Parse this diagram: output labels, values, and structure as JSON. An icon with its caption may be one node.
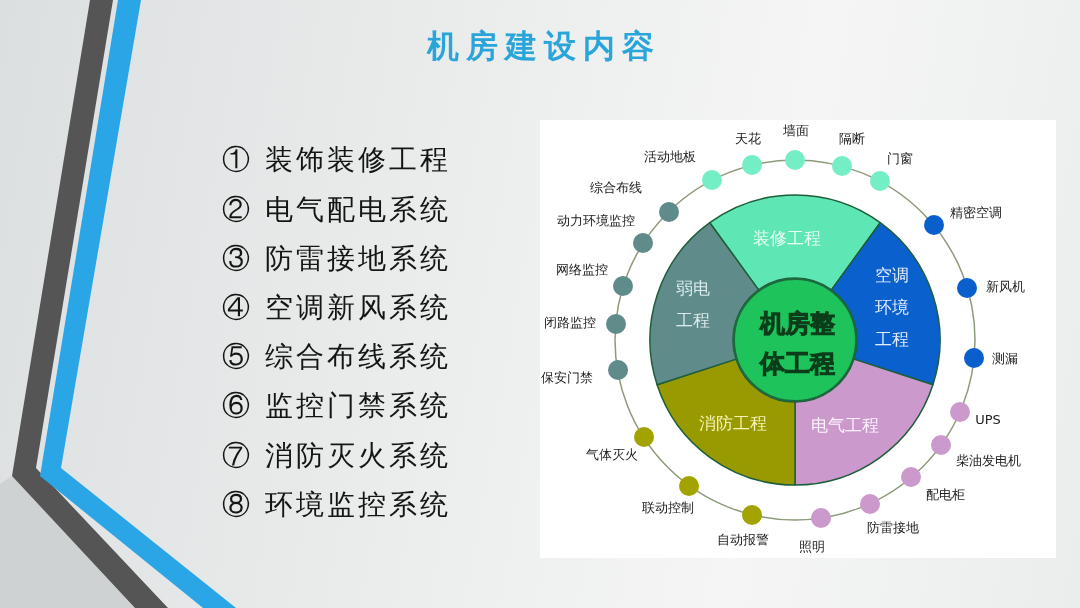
{
  "diagram": {
    "title": "机房建设内容",
    "nodes": [
      {
        "text": [
          "机房整体工程"
        ]
      },
      {
        "text": [
          "装修工程"
        ]
      },
      {
        "text": [
          "空调环境工程"
        ]
      },
      {
        "text": [
          "电气工程"
        ]
      },
      {
        "text": [
          "消防工程"
        ]
      },
      {
        "text": [
          "弱电工程"
        ]
      },
      {
        "text": [],
        "shape": "circle",
        "beside": [
          "活动地板"
        ]
      },
      {
        "text": [],
        "shape": "circle",
        "beside": [
          "天花"
        ]
      },
      {
        "text": [],
        "shape": "circle",
        "beside": [
          "墙面"
        ]
      },
      {
        "text": [],
        "shape": "circle",
        "beside": [
          "隔断"
        ]
      },
      {
        "text": [],
        "shape": "circle",
        "beside": [
          "门窗"
        ]
      },
      {
        "text": [],
        "shape": "circle",
        "beside": [
          "精密空调"
        ]
      },
      {
        "text": [],
        "shape": "circle",
        "beside": [
          "新风机"
        ]
      },
      {
        "text": [],
        "shape": "circle",
        "beside": [
          "测漏"
        ]
      },
      {
        "text": [],
        "shape": "circle",
        "beside": [
          "UPS"
        ]
      },
      {
        "text": [],
        "shape": "circle",
        "beside": [
          "柴油发电机"
        ]
      },
      {
        "text": [],
        "shape": "circle",
        "beside": [
          "配电柜"
        ]
      },
      {
        "text": [],
        "shape": "circle",
        "beside": [
          "防雷接地"
        ]
      },
      {
        "text": [],
        "shape": "circle",
        "beside": [
          "照明"
        ]
      },
      {
        "text": [],
        "shape": "circle",
        "beside": [
          "自动报警"
        ]
      },
      {
        "text": [],
        "shape": "circle",
        "beside": [
          "联动控制"
        ]
      },
      {
        "text": [],
        "shape": "circle",
        "beside": [
          "气体灭火"
        ]
      },
      {
        "text": [],
        "shape": "circle",
        "beside": [
          "保安门禁"
        ]
      },
      {
        "text": [],
        "shape": "circle",
        "beside": [
          "闭路监控"
        ]
      },
      {
        "text": [],
        "shape": "circle",
        "beside": [
          "网络监控"
        ]
      },
      {
        "text": [],
        "shape": "circle",
        "beside": [
          "动力环境监控"
        ]
      },
      {
        "text": [],
        "shape": "circle",
        "beside": [
          "综合布线"
        ]
      }
    ],
    "labels": [
      "① 装饰装修工程",
      "② 电气配电系统",
      "③ 防雷接地系统",
      "④ 空调新风系统",
      "⑤ 综合布线系统",
      "⑥ 监控门禁系统",
      "⑦ 消防灭火系统",
      "⑧ 环境监控系统"
    ]
  }
}
